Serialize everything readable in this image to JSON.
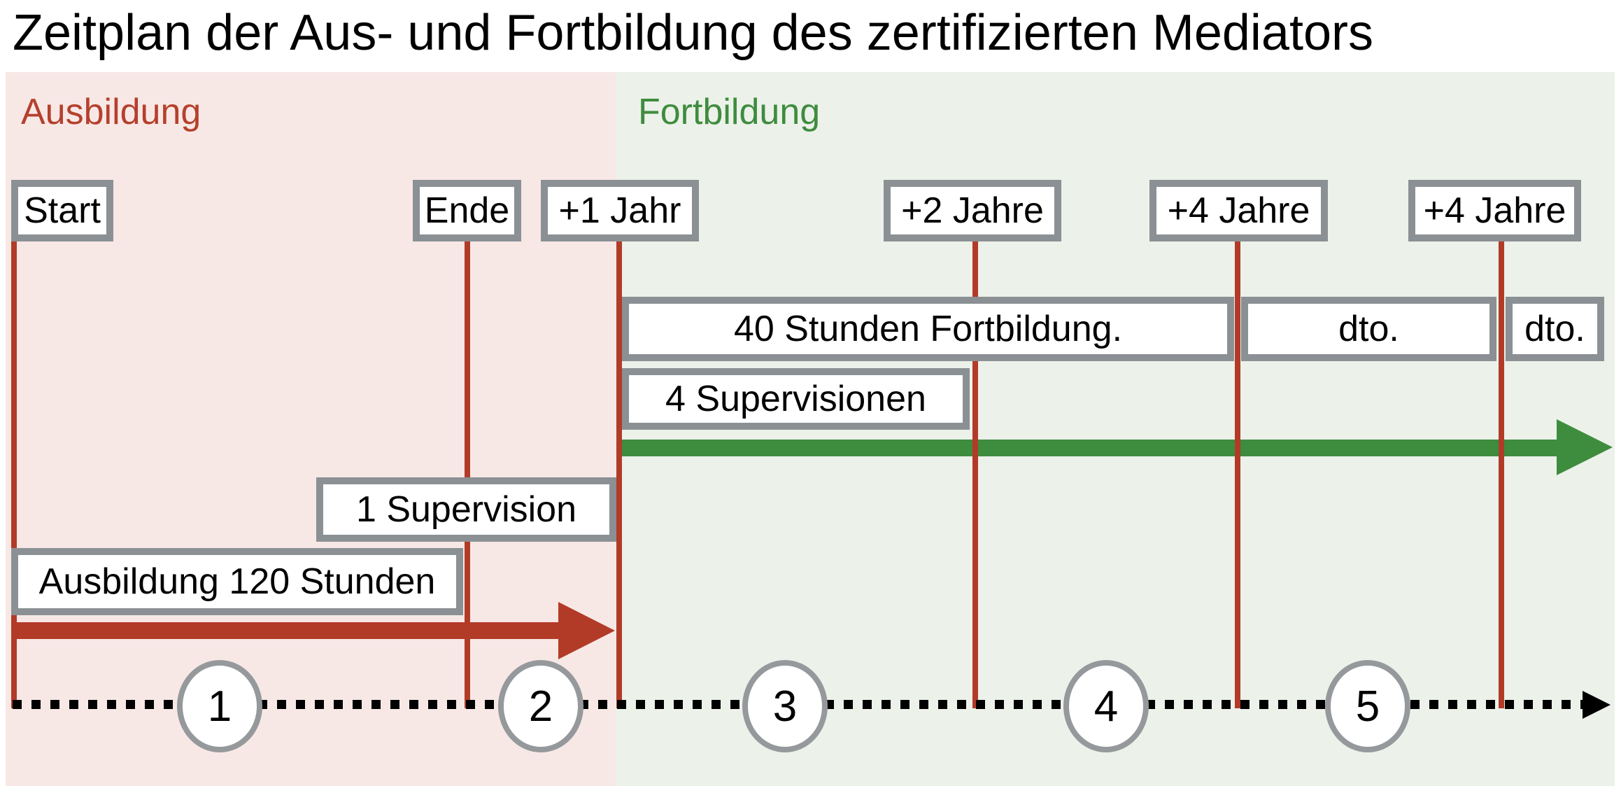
{
  "title": "Zeitplan der Aus- und Fortbildung des zertifizierten Mediators",
  "sections": {
    "left": {
      "label": "Ausbildung"
    },
    "right": {
      "label": "Fortbildung"
    }
  },
  "milestones": [
    {
      "label": "Start"
    },
    {
      "label": "Ende"
    },
    {
      "label": "+1 Jahr"
    },
    {
      "label": "+2 Jahre"
    },
    {
      "label": "+4 Jahre"
    },
    {
      "label": "+4 Jahre"
    }
  ],
  "activities": {
    "fortbildung_40": "40 Stunden Fortbildung.",
    "dto_1": "dto.",
    "dto_2": "dto.",
    "supervisionen_4": "4 Supervisionen",
    "supervision_1": "1 Supervision",
    "ausbildung_120": "Ausbildung 120 Stunden"
  },
  "timeline": {
    "steps": [
      "1",
      "2",
      "3",
      "4",
      "5"
    ]
  },
  "colors": {
    "pink_bg": "#f7e8e6",
    "green_bg": "#ecf1ea",
    "red": "#b23b28",
    "red_label": "#b5402c",
    "green": "#3e8c3e",
    "box_border": "#8b9094",
    "circle_border": "#96999c",
    "text": "#000000"
  }
}
